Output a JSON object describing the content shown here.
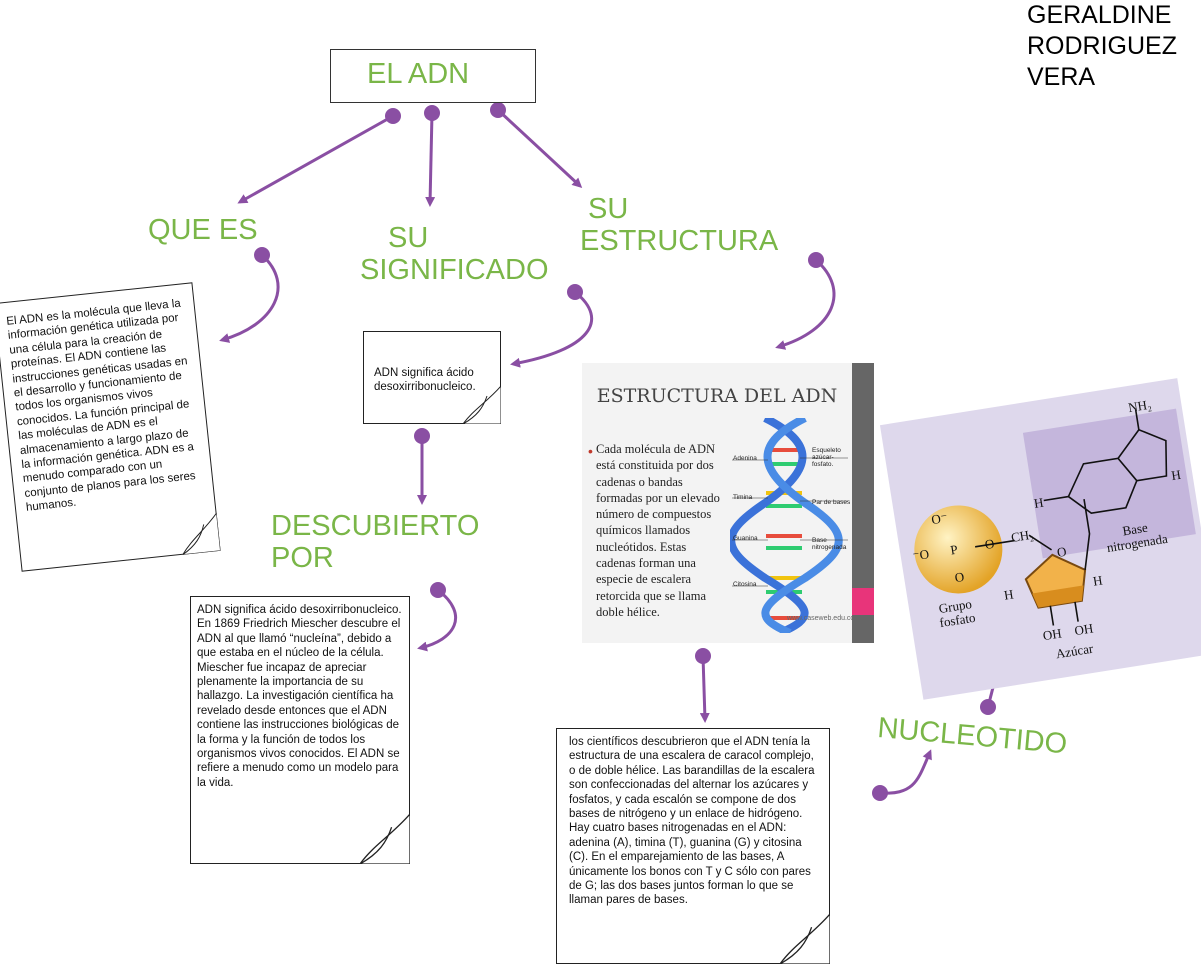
{
  "author": [
    "GERALDINE",
    "RODRIGUEZ",
    "VERA"
  ],
  "title": "EL ADN",
  "branches": {
    "que_es": "QUE ES",
    "significado": [
      "SU",
      "SIGNIFICADO"
    ],
    "estructura": [
      "SU",
      "ESTRUCTURA"
    ],
    "descubierto": [
      "DESCUBIERTO",
      "POR"
    ],
    "nucleotido": "NUCLEOTIDO"
  },
  "notes": {
    "que_es": "El ADN es la molécula que lleva la información genética utilizada por una célula para la creación de proteínas. El ADN contiene las instrucciones genéticas usadas en el desarrollo y funcionamiento de todos los organismos vivos conocidos. La función principal de las moléculas de ADN es el almacenamiento a largo plazo de la información genética. ADN es a menudo comparado con un conjunto de planos para los seres humanos.",
    "significado": "ADN significa ácido desoxirribonucleico.",
    "descubierto": "ADN significa ácido desoxirribonucleico. En 1869 Friedrich Miescher descubre el ADN al que llamó “nucleína”, debido a que estaba en el núcleo de la célula. Miescher fue incapaz de apreciar plenamente la importancia de su hallazgo. La investigación científica ha revelado desde entonces que el ADN contiene las instrucciones biológicas de la forma y la función de todos los organismos vivos conocidos. El ADN se refiere a menudo como un modelo para la vida.",
    "estructura": " los científicos descubrieron que el ADN tenía la estructura de una escalera de caracol complejo, o de doble hélice. Las barandillas de la escalera son confeccionadas del alternar los azúcares y fosfatos, y cada escalón se compone de dos bases de nitrógeno y un enlace de hidrógeno. Hay cuatro bases nitrogenadas en el ADN: adenina (A), timina (T), guanina (G) y citosina (C). En el emparejamiento de las bases, A únicamente los bonos con T y C sólo con pares de G; las dos bases juntos forman lo que se llaman pares de bases."
  },
  "slide": {
    "title": "ESTRUCTURA DEL ADN",
    "body": "Cada molécula de ADN está constituida por dos cadenas o bandas formadas por un elevado número de compuestos químicos llamados nucleótidos. Estas cadenas forman una especie de escalera retorcida que se llama doble hélice.",
    "labels_left": [
      "Adenina",
      "Timina",
      "Guanina",
      "Citosina"
    ],
    "labels_right": [
      "Esqueleto azúcar- fosfato.",
      "Par de bases",
      "Base nitrogenada"
    ],
    "source": "www.caseweb.edu.co"
  },
  "chem": {
    "phosphate_label": [
      "Grupo",
      "fosfato"
    ],
    "sugar_label": "Azúcar",
    "base_label": [
      "Base",
      "nitrogenada"
    ],
    "amine": "NH₂",
    "ch2": "CH₂"
  },
  "colors": {
    "accent_green": "#7ab648",
    "connector_purple": "#8a4fa3"
  }
}
